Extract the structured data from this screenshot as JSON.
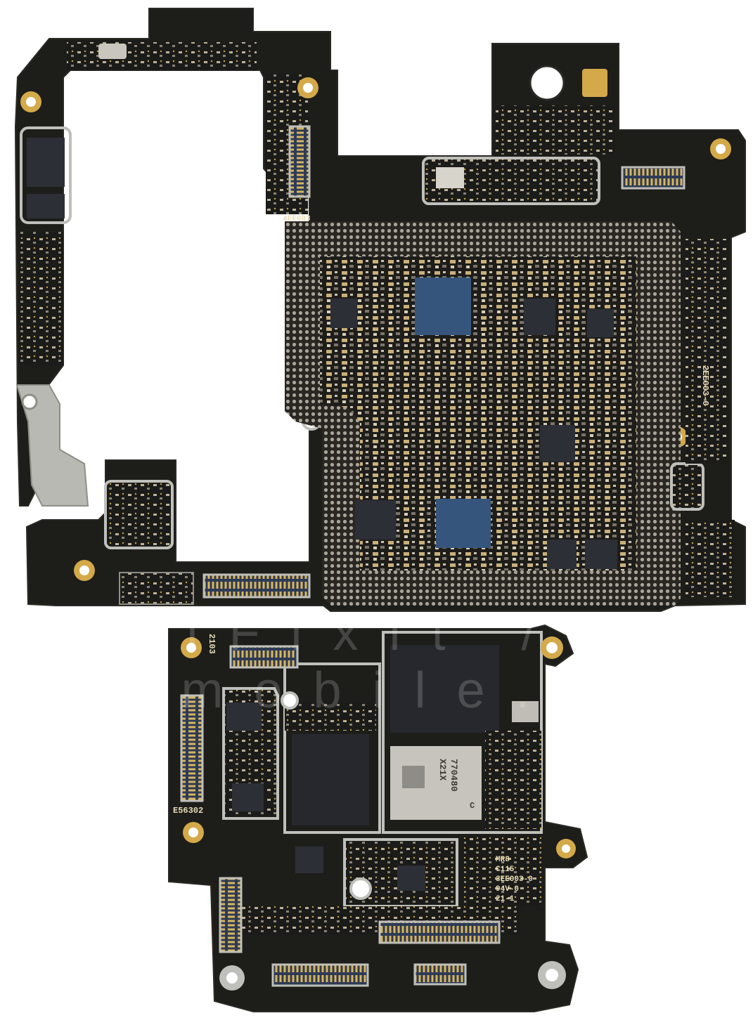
{
  "colors": {
    "background": "#ffffff",
    "pcb": "#1d1d1a",
    "pcb_edge": "#2a2924",
    "gold": "#d4a949",
    "shield": "#bfc0bb",
    "chip": "#2c2f36",
    "chip_blue": "#35557c",
    "silkscreen": "#e8dcb8"
  },
  "upper_board": {
    "label_top_left": "4EE003",
    "label_right": "2EE003-0"
  },
  "lower_board": {
    "label_top": "2103",
    "label_left": "E56302",
    "label_mark_lines": [
      "MR8",
      "C115",
      "3EE003-0",
      "94V-0",
      "21-1"
    ],
    "chip_label_1": "770480",
    "chip_label_2": "X21X",
    "chip_label_3": "C"
  },
  "watermark": "iFixit / tommobile.com"
}
